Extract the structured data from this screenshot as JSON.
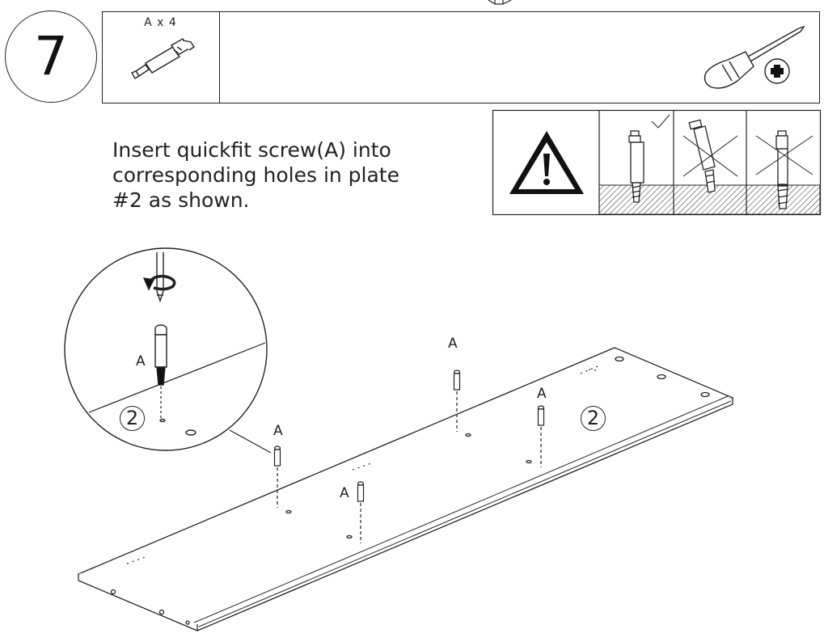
{
  "step": {
    "number": "7"
  },
  "parts": [
    {
      "letter": "A",
      "quantity_label": "A x 4"
    }
  ],
  "tools": [
    {
      "icon": "phillips-screwdriver-icon"
    }
  ],
  "instruction": {
    "lines": [
      "Insert quickfit screw(A) into",
      "corresponding holes in plate",
      "#2 as shown."
    ]
  },
  "warning": {
    "icon": "warning-triangle-icon",
    "cases": [
      {
        "name": "correct",
        "mark": "check"
      },
      {
        "name": "tilted-wrong",
        "mark": "cross"
      },
      {
        "name": "too-deep-wrong",
        "mark": "cross"
      }
    ]
  },
  "diagram": {
    "part_label": "A",
    "plate_label": "2",
    "detail_part_label": "A",
    "detail_plate_label": "2"
  }
}
